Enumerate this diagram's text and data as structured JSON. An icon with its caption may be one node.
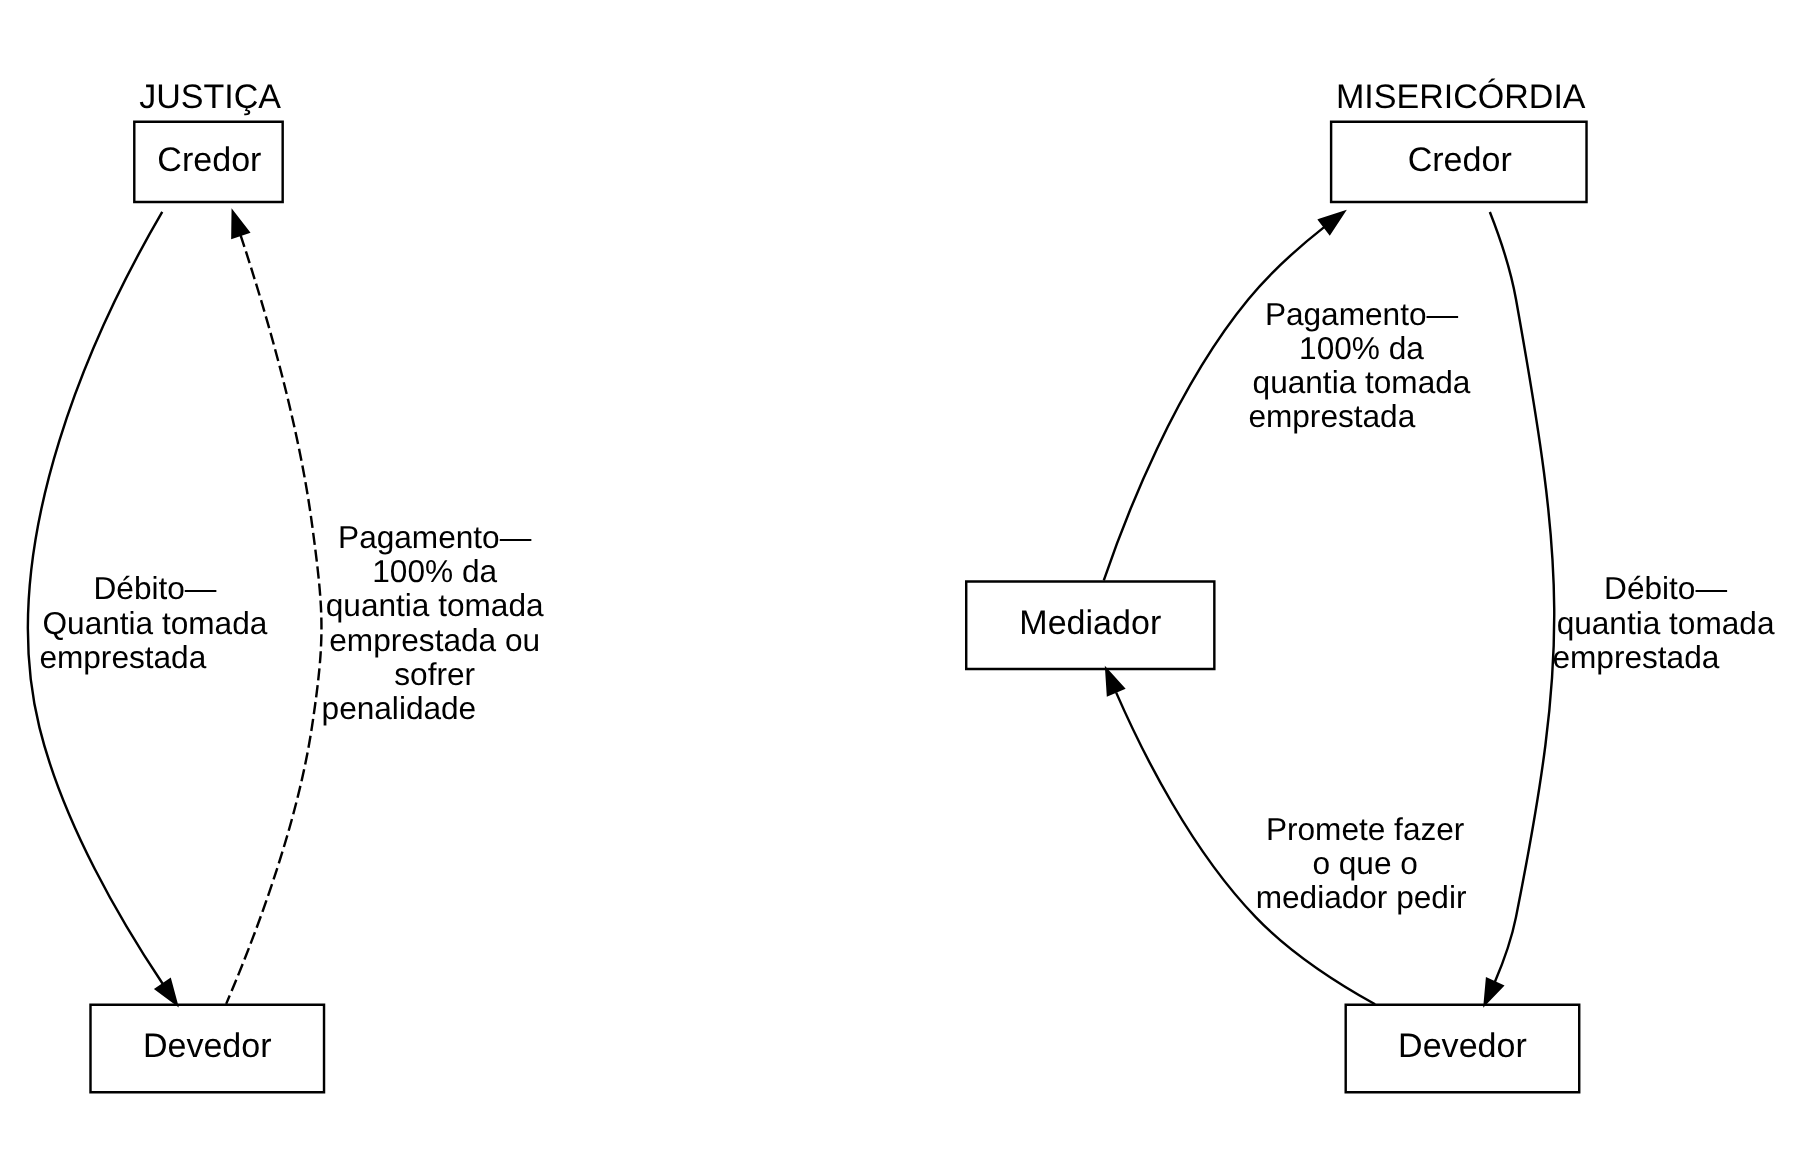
{
  "diagram": {
    "nodes": [
      {
        "text": [
          "JUSTIÇA",
          "Credor"
        ]
      },
      {
        "text": [
          "Devedor"
        ]
      },
      {
        "text": [
          "MISERICÓRDIA",
          "Credor"
        ]
      },
      {
        "text": [
          "Mediador"
        ]
      },
      {
        "text": [
          "Devedor"
        ]
      }
    ],
    "edges": [
      {
        "from": 0,
        "to": 1,
        "arrow": "to",
        "label": "Débito— Quantia tomada emprestada"
      },
      {
        "from": 1,
        "to": 0,
        "arrow": "to",
        "style": "dashed",
        "label": "Pagamento— 100% da quantia tomada emprestada ou sofrer penalidade"
      },
      {
        "from": 2,
        "to": 4,
        "arrow": "to",
        "label": "Débito— quantia tomada emprestada"
      },
      {
        "from": 4,
        "to": 3,
        "arrow": "to",
        "label": "Promete fazer o que o mediador pedir"
      },
      {
        "from": 3,
        "to": 2,
        "arrow": "to",
        "label": "Pagamento— 100% da quantia tomada emprestada"
      }
    ]
  }
}
